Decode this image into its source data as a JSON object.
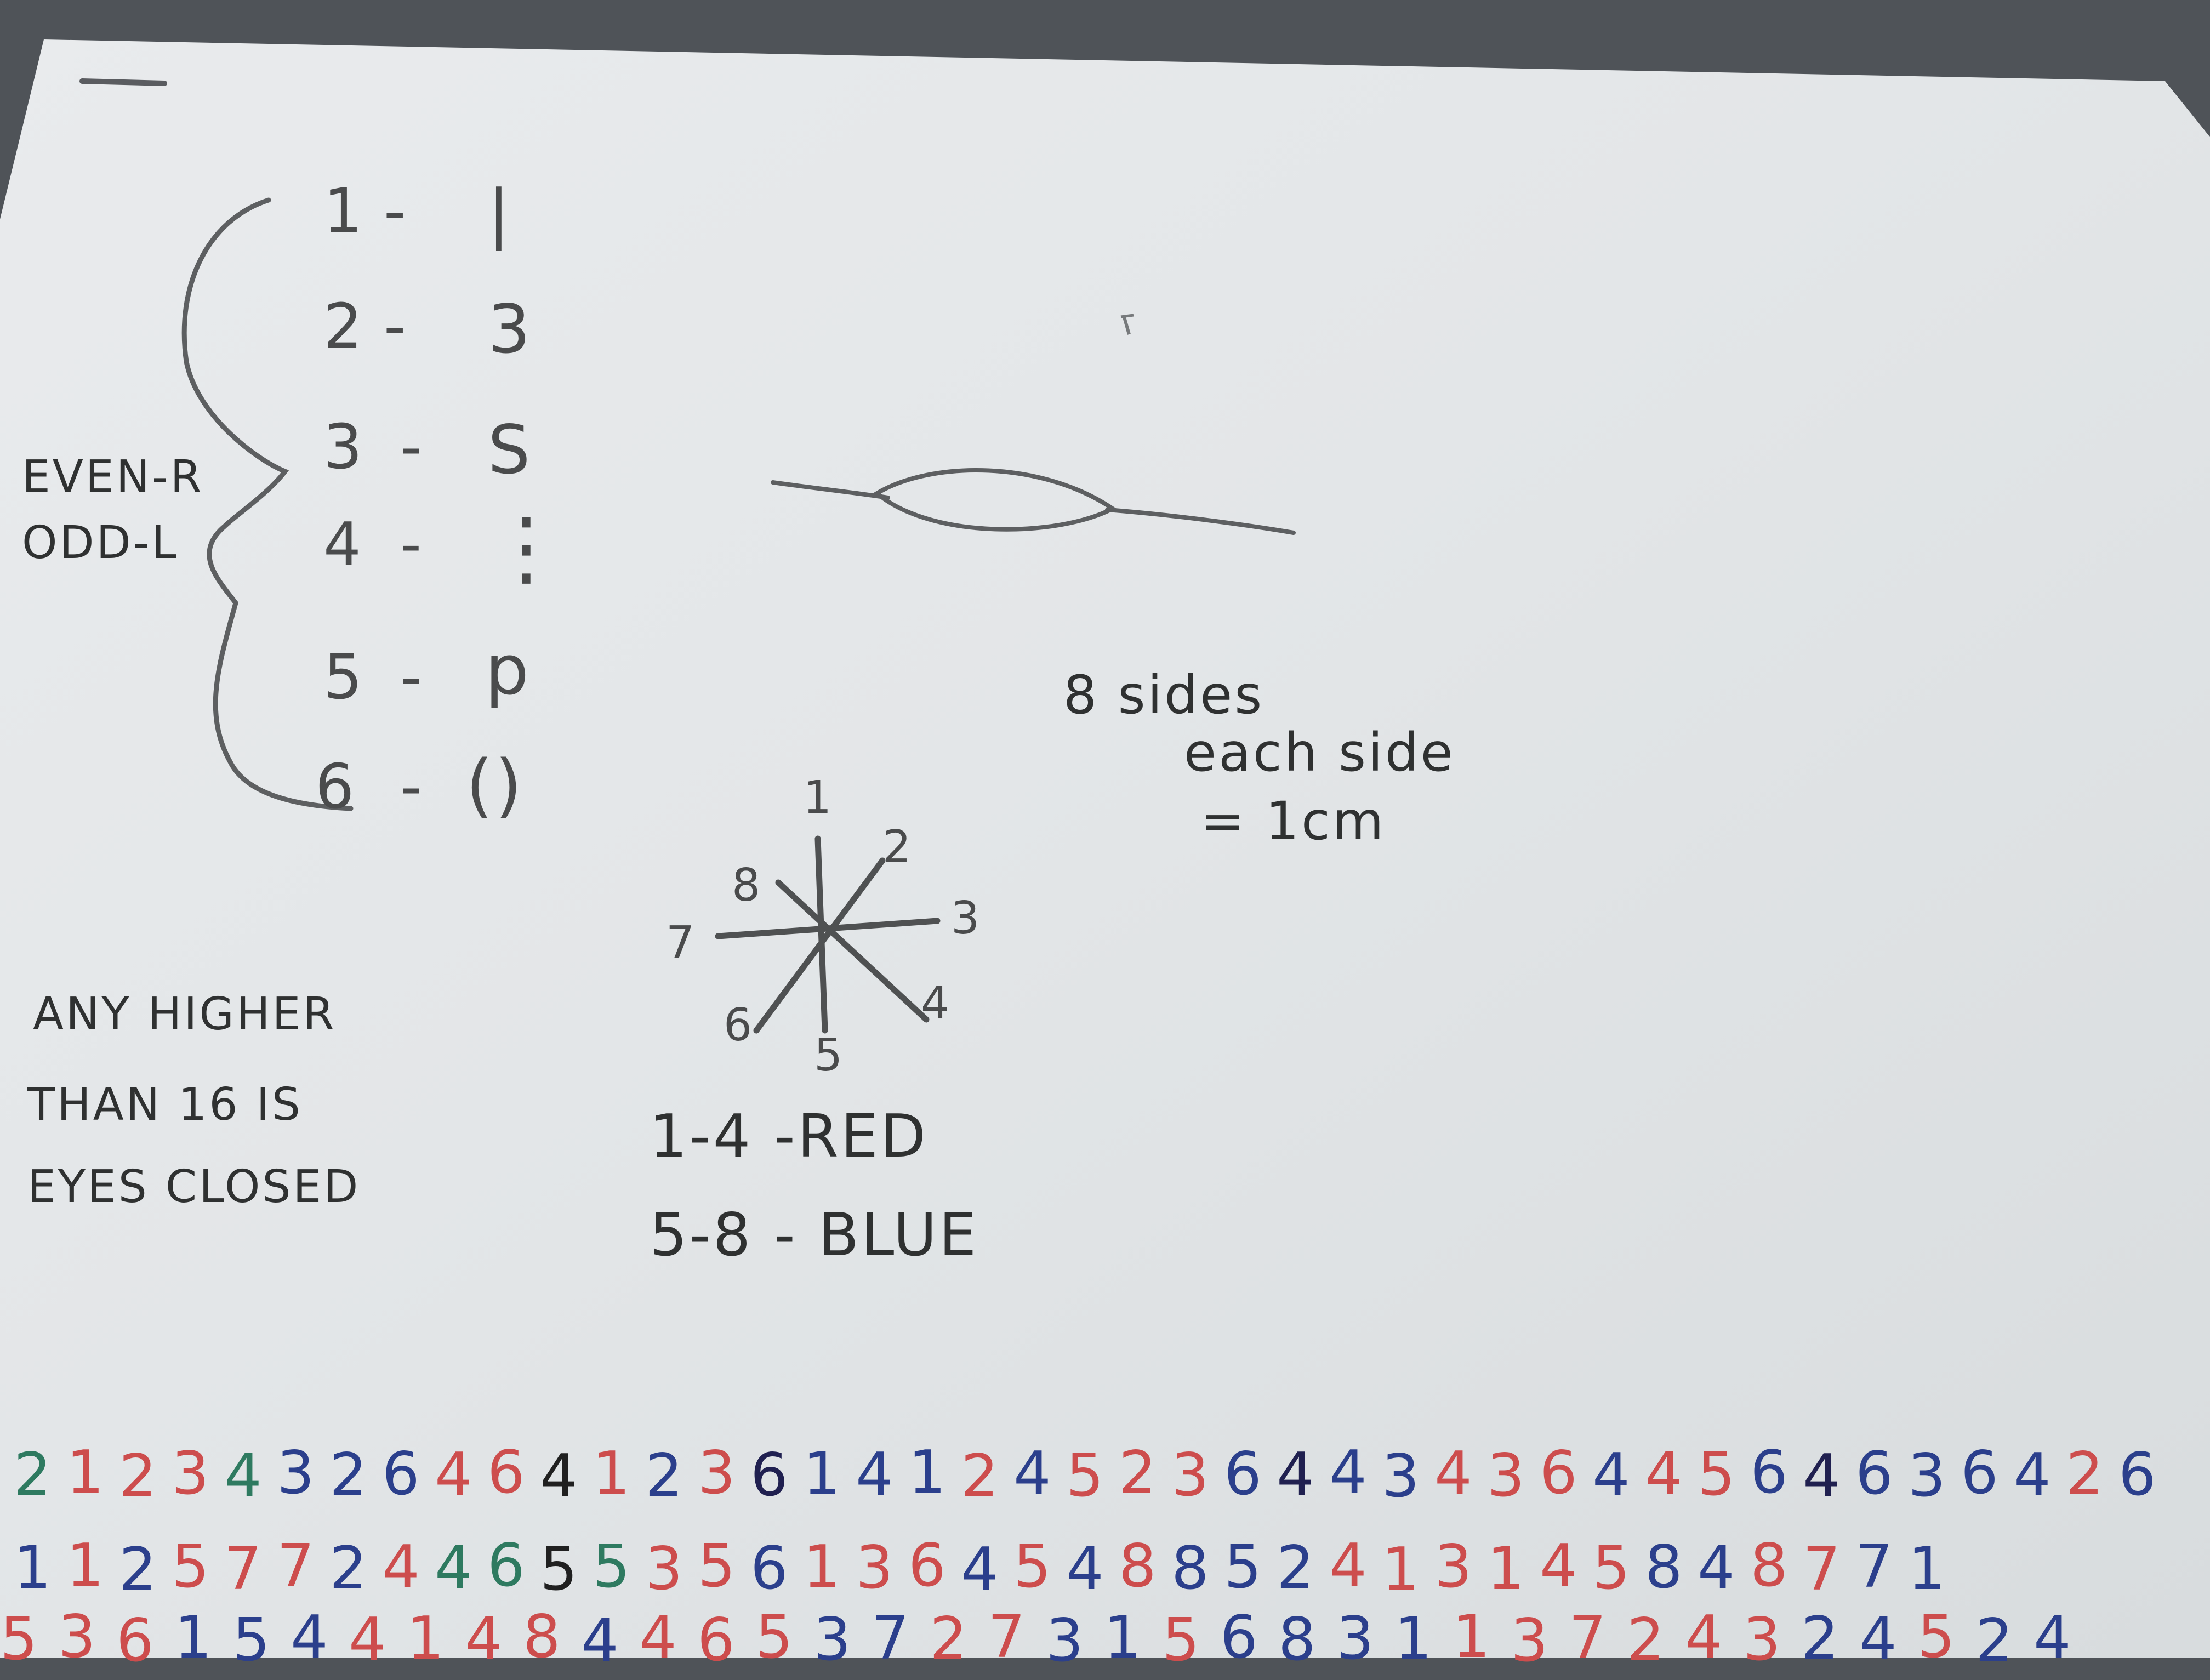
{
  "paper_text": {
    "code_lines": [
      {
        "number": "1",
        "symbol": "|"
      },
      {
        "number": "2",
        "symbol": "3"
      },
      {
        "number": "3",
        "symbol": "S"
      },
      {
        "number": "4",
        "symbol": "⋮"
      },
      {
        "number": "5",
        "symbol": "p"
      },
      {
        "number": "6",
        "symbol": "()"
      }
    ],
    "even_odd": [
      "EVEN-R",
      "ODD-L"
    ],
    "note_higher": [
      "ANY HIGHER",
      "THAN 16 IS",
      "EYES CLOSED"
    ],
    "sides_note": [
      "8 sides",
      "each side",
      "= 1cm"
    ],
    "star_labels": [
      "1",
      "2",
      "3",
      "4",
      "5",
      "6",
      "7",
      "8"
    ],
    "color_rules": [
      "1-4 -RED",
      "5-8 - BLUE"
    ]
  },
  "digit_rows": [
    {
      "row": "1",
      "digits": [
        {
          "d": "2",
          "c": "#2e7a60"
        },
        {
          "d": "1",
          "c": "#cd4d4d"
        },
        {
          "d": "2",
          "c": "#cd4d4d"
        },
        {
          "d": "3",
          "c": "#cd4d4d"
        },
        {
          "d": "4",
          "c": "#2e7a60"
        },
        {
          "d": "3",
          "c": "#2b3f8c"
        },
        {
          "d": "2",
          "c": "#2b3f8c"
        },
        {
          "d": "6",
          "c": "#2b3f8c"
        },
        {
          "d": "4",
          "c": "#cd4d4d"
        },
        {
          "d": "6",
          "c": "#cd4d4d"
        },
        {
          "d": "4",
          "c": "#202020"
        },
        {
          "d": "1",
          "c": "#cd4d4d"
        },
        {
          "d": "2",
          "c": "#2b3f8c"
        },
        {
          "d": "3",
          "c": "#cd4d4d"
        },
        {
          "d": "6",
          "c": "#202050"
        },
        {
          "d": "1",
          "c": "#2b3f8c"
        },
        {
          "d": "4",
          "c": "#2b3f8c"
        },
        {
          "d": "1",
          "c": "#2b3f8c"
        },
        {
          "d": "2",
          "c": "#cd4d4d"
        },
        {
          "d": "4",
          "c": "#2b3f8c"
        },
        {
          "d": "5",
          "c": "#cd4d4d"
        },
        {
          "d": "2",
          "c": "#cd4d4d"
        },
        {
          "d": "3",
          "c": "#cd4d4d"
        },
        {
          "d": "6",
          "c": "#2b3f8c"
        },
        {
          "d": "4",
          "c": "#202050"
        },
        {
          "d": "4",
          "c": "#2b3f8c"
        },
        {
          "d": "3",
          "c": "#2b3f8c"
        },
        {
          "d": "4",
          "c": "#cd4d4d"
        },
        {
          "d": "3",
          "c": "#cd4d4d"
        },
        {
          "d": "6",
          "c": "#cd4d4d"
        },
        {
          "d": "4",
          "c": "#2b3f8c"
        },
        {
          "d": "4",
          "c": "#cd4d4d"
        },
        {
          "d": "5",
          "c": "#cd4d4d"
        },
        {
          "d": "6",
          "c": "#2b3f8c"
        },
        {
          "d": "4",
          "c": "#202050"
        },
        {
          "d": "6",
          "c": "#2b3f8c"
        },
        {
          "d": "3",
          "c": "#2b3f8c"
        },
        {
          "d": "6",
          "c": "#2b3f8c"
        },
        {
          "d": "4",
          "c": "#2b3f8c"
        },
        {
          "d": "2",
          "c": "#cd4d4d"
        },
        {
          "d": "6",
          "c": "#2b3f8c"
        }
      ]
    },
    {
      "row": "2",
      "digits": [
        {
          "d": "1",
          "c": "#2b3f8c"
        },
        {
          "d": "1",
          "c": "#cd4d4d"
        },
        {
          "d": "2",
          "c": "#2b3f8c"
        },
        {
          "d": "5",
          "c": "#cd4d4d"
        },
        {
          "d": "7",
          "c": "#cd4d4d"
        },
        {
          "d": "7",
          "c": "#cd4d4d"
        },
        {
          "d": "2",
          "c": "#2b3f8c"
        },
        {
          "d": "4",
          "c": "#cd4d4d"
        },
        {
          "d": "4",
          "c": "#2e7a60"
        },
        {
          "d": "6",
          "c": "#2e7a60"
        },
        {
          "d": "5",
          "c": "#202020"
        },
        {
          "d": "5",
          "c": "#2e7a60"
        },
        {
          "d": "3",
          "c": "#cd4d4d"
        },
        {
          "d": "5",
          "c": "#cd4d4d"
        },
        {
          "d": "6",
          "c": "#2b3f8c"
        },
        {
          "d": "1",
          "c": "#cd4d4d"
        },
        {
          "d": "3",
          "c": "#cd4d4d"
        },
        {
          "d": "6",
          "c": "#cd4d4d"
        },
        {
          "d": "4",
          "c": "#2b3f8c"
        },
        {
          "d": "5",
          "c": "#cd4d4d"
        },
        {
          "d": "4",
          "c": "#2b3f8c"
        },
        {
          "d": "8",
          "c": "#cd4d4d"
        },
        {
          "d": "8",
          "c": "#2b3f8c"
        },
        {
          "d": "5",
          "c": "#2b3f8c"
        },
        {
          "d": "2",
          "c": "#2b3f8c"
        },
        {
          "d": "4",
          "c": "#cd4d4d"
        },
        {
          "d": "1",
          "c": "#cd4d4d"
        },
        {
          "d": "3",
          "c": "#cd4d4d"
        },
        {
          "d": "1",
          "c": "#cd4d4d"
        },
        {
          "d": "4",
          "c": "#cd4d4d"
        },
        {
          "d": "5",
          "c": "#cd4d4d"
        },
        {
          "d": "8",
          "c": "#2b3f8c"
        },
        {
          "d": "4",
          "c": "#2b3f8c"
        },
        {
          "d": "8",
          "c": "#cd4d4d"
        },
        {
          "d": "7",
          "c": "#cd4d4d"
        },
        {
          "d": "7",
          "c": "#2b3f8c"
        },
        {
          "d": "1",
          "c": "#2b3f8c"
        }
      ]
    },
    {
      "row": "3",
      "digits": [
        {
          "d": "5",
          "c": "#cd4d4d"
        },
        {
          "d": "3",
          "c": "#cd4d4d"
        },
        {
          "d": "6",
          "c": "#cd4d4d"
        },
        {
          "d": "1",
          "c": "#2b3f8c"
        },
        {
          "d": "5",
          "c": "#2b3f8c"
        },
        {
          "d": "4",
          "c": "#2b3f8c"
        },
        {
          "d": "4",
          "c": "#cd4d4d"
        },
        {
          "d": "1",
          "c": "#cd4d4d"
        },
        {
          "d": "4",
          "c": "#cd4d4d"
        },
        {
          "d": "8",
          "c": "#cd4d4d"
        },
        {
          "d": "4",
          "c": "#2b3f8c"
        },
        {
          "d": "4",
          "c": "#cd4d4d"
        },
        {
          "d": "6",
          "c": "#cd4d4d"
        },
        {
          "d": "5",
          "c": "#cd4d4d"
        },
        {
          "d": "3",
          "c": "#2b3f8c"
        },
        {
          "d": "7",
          "c": "#2b3f8c"
        },
        {
          "d": "2",
          "c": "#cd4d4d"
        },
        {
          "d": "7",
          "c": "#cd4d4d"
        },
        {
          "d": "3",
          "c": "#2b3f8c"
        },
        {
          "d": "1",
          "c": "#2b3f8c"
        },
        {
          "d": "5",
          "c": "#cd4d4d"
        },
        {
          "d": "6",
          "c": "#2b3f8c"
        },
        {
          "d": "8",
          "c": "#2b3f8c"
        },
        {
          "d": "3",
          "c": "#2b3f8c"
        },
        {
          "d": "1",
          "c": "#2b3f8c"
        },
        {
          "d": "1",
          "c": "#cd4d4d"
        },
        {
          "d": "3",
          "c": "#cd4d4d"
        },
        {
          "d": "7",
          "c": "#cd4d4d"
        },
        {
          "d": "2",
          "c": "#cd4d4d"
        },
        {
          "d": "4",
          "c": "#cd4d4d"
        },
        {
          "d": "3",
          "c": "#cd4d4d"
        },
        {
          "d": "2",
          "c": "#2b3f8c"
        },
        {
          "d": "4",
          "c": "#2b3f8c"
        },
        {
          "d": "5",
          "c": "#cd4d4d"
        },
        {
          "d": "2",
          "c": "#2b3f8c"
        },
        {
          "d": "4",
          "c": "#2b3f8c"
        }
      ]
    }
  ]
}
